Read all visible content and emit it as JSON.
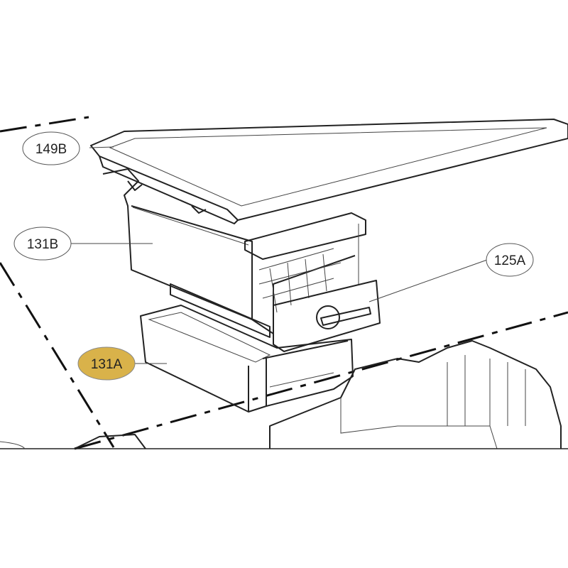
{
  "diagram": {
    "callouts": [
      {
        "id": "149B",
        "label": "149B",
        "highlighted": false
      },
      {
        "id": "131B",
        "label": "131B",
        "highlighted": false
      },
      {
        "id": "125A",
        "label": "125A",
        "highlighted": false
      },
      {
        "id": "131A",
        "label": "131A",
        "highlighted": true
      }
    ],
    "colors": {
      "highlight": "#D9B24A",
      "line": "#222222",
      "background": "#ffffff"
    }
  }
}
